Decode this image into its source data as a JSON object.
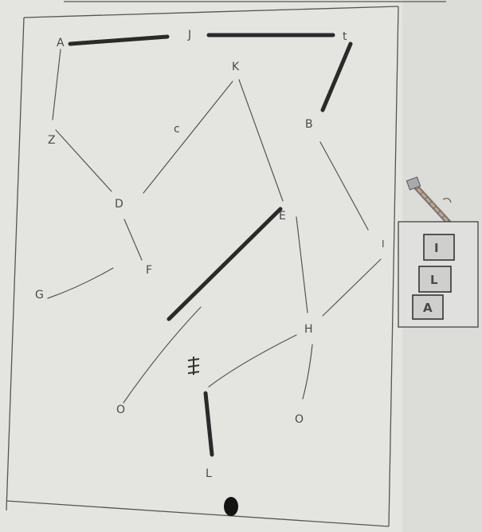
{
  "nodes": [
    {
      "id": "A",
      "label": "A"
    },
    {
      "id": "J",
      "label": "J"
    },
    {
      "id": "T",
      "label": "t"
    },
    {
      "id": "K",
      "label": "K"
    },
    {
      "id": "B",
      "label": "B"
    },
    {
      "id": "Z",
      "label": "Z"
    },
    {
      "id": "C",
      "label": "c"
    },
    {
      "id": "D",
      "label": "D"
    },
    {
      "id": "E",
      "label": "E"
    },
    {
      "id": "I",
      "label": "I"
    },
    {
      "id": "F",
      "label": "F"
    },
    {
      "id": "G",
      "label": "G"
    },
    {
      "id": "H",
      "label": "H"
    },
    {
      "id": "O1",
      "label": "O"
    },
    {
      "id": "O2",
      "label": "O"
    },
    {
      "id": "L",
      "label": "L"
    }
  ],
  "legend": {
    "tiles": [
      "A",
      "L",
      "I"
    ]
  },
  "colors": {
    "paper": "#e6e6e3",
    "ink": "#4a4a4a",
    "marker": "#2a2a2a"
  }
}
